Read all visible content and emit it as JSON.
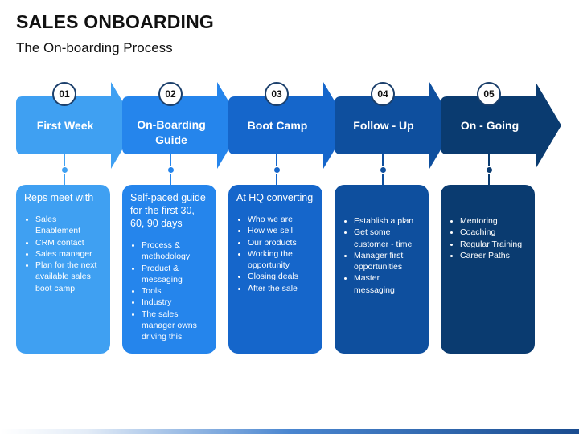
{
  "header": {
    "title": "SALES ONBOARDING",
    "subtitle": "The On-boarding Process"
  },
  "steps": [
    {
      "number": "01",
      "label": "First Week",
      "color": "#3fa0f2",
      "heading": "Reps meet with",
      "bullets": [
        "Sales Enablement",
        "CRM contact",
        "Sales manager",
        "Plan for the next available sales boot camp"
      ]
    },
    {
      "number": "02",
      "label": "On-Boarding Guide",
      "color": "#2585ec",
      "heading": "Self-paced guide for the first 30, 60, 90 days",
      "bullets": [
        "Process & methodology",
        "Product & messaging",
        "Tools",
        "Industry",
        "The sales manager owns driving this"
      ]
    },
    {
      "number": "03",
      "label": "Boot Camp",
      "color": "#1566cb",
      "heading": "At HQ converting",
      "bullets": [
        "Who we are",
        "How we sell",
        "Our products",
        "Working the opportunity",
        "Closing deals",
        "After the sale"
      ]
    },
    {
      "number": "04",
      "label": "Follow - Up",
      "color": "#0e4f9e",
      "heading": "",
      "bullets": [
        "Establish a plan",
        "Get some customer - time",
        "Manager first opportunities",
        "Master messaging"
      ]
    },
    {
      "number": "05",
      "label": "On - Going",
      "color": "#0a3b70",
      "heading": "",
      "bullets": [
        "Mentoring",
        "Coaching",
        "Regular Training",
        "Career  Paths"
      ]
    }
  ]
}
